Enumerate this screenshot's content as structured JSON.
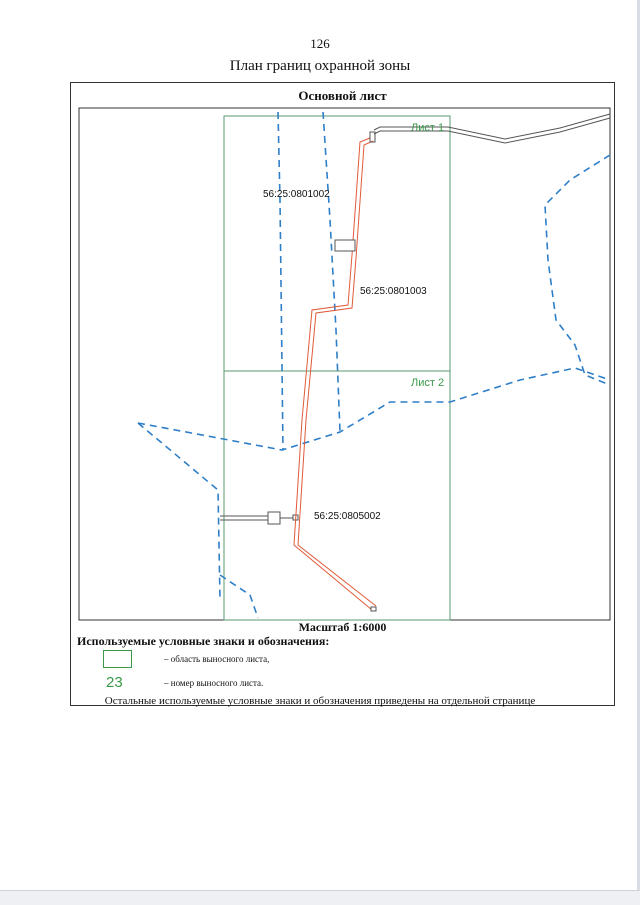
{
  "page_number": "126",
  "title": "План границ охранной зоны",
  "sheet_title": "Основной лист",
  "map": {
    "sheet_labels": [
      "Лист 1",
      "Лист 2"
    ],
    "parcel_labels": [
      "56:25:0801002",
      "56:25:0801003",
      "56:25:0805002"
    ],
    "colors": {
      "sheet_frame": "#5a9a72",
      "sheet_label": "#3a9a4a",
      "cadastral_boundary": "#2f7fc8",
      "protection_zone": "#e05a3a",
      "utility_line": "#555555"
    }
  },
  "scale": "Масштаб 1:6000",
  "legend": {
    "heading": "Используемые условные знаки и обозначения:",
    "items": [
      {
        "symbol": "box",
        "text": "– область выносного листа,"
      },
      {
        "symbol": "23",
        "text": "– номер выносного листа."
      }
    ]
  },
  "footnote": "Остальные используемые условные знаки и обозначения приведены на отдельной странице"
}
